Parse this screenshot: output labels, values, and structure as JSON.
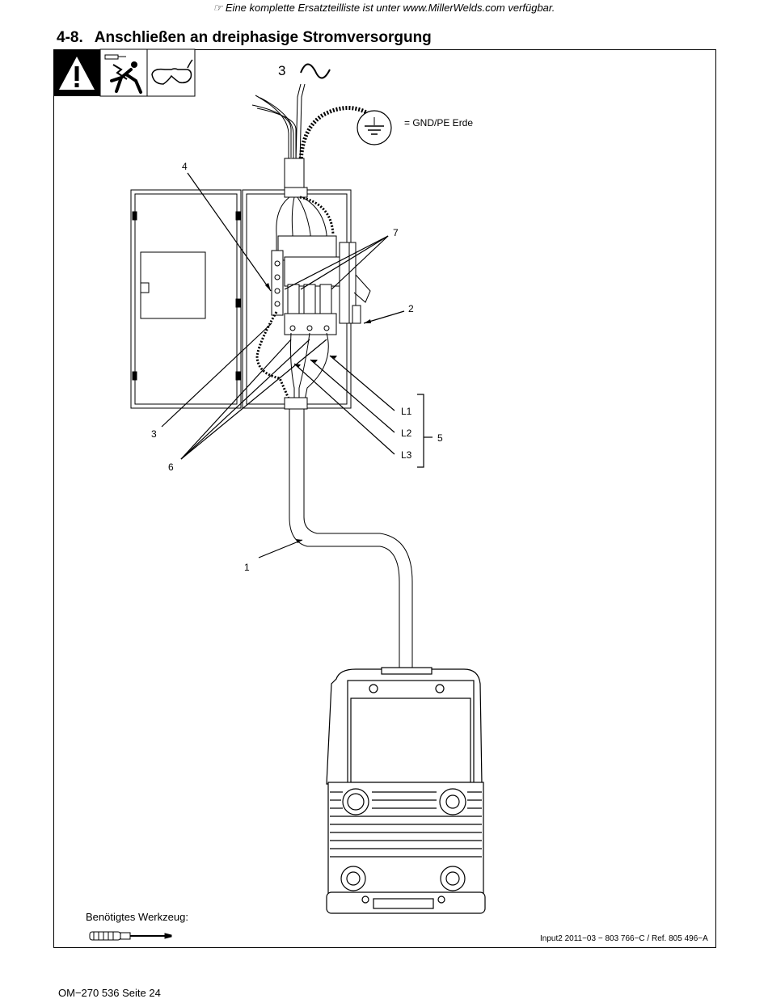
{
  "header": {
    "note_icon": "pointing-hand-icon",
    "note": "Eine komplette Ersatzteilliste ist unter www.MillerWelds.com verfügbar."
  },
  "section": {
    "number": "4-8.",
    "title": "Anschließen an dreiphasige Stromversorgung"
  },
  "safety_icons": [
    "warning-triangle-icon",
    "electric-shock-icon",
    "safety-glasses-icon"
  ],
  "diagram": {
    "phase_label": "3",
    "phase_symbol": "∿",
    "ground_label": "= GND/PE Erde",
    "callouts": {
      "c1": "1",
      "c2": "2",
      "c3": "3",
      "c4": "4",
      "c5": "5",
      "c6": "6",
      "c7": "7",
      "L1": "L1",
      "L2": "L2",
      "L3": "L3"
    }
  },
  "tools": {
    "label": "Benötigtes Werkzeug:",
    "icon": "screwdriver-icon"
  },
  "reference": "Input2 2011−03 − 803 766−C / Ref. 805 496−A",
  "footer": {
    "page": "OM−270 536 Seite 24"
  }
}
